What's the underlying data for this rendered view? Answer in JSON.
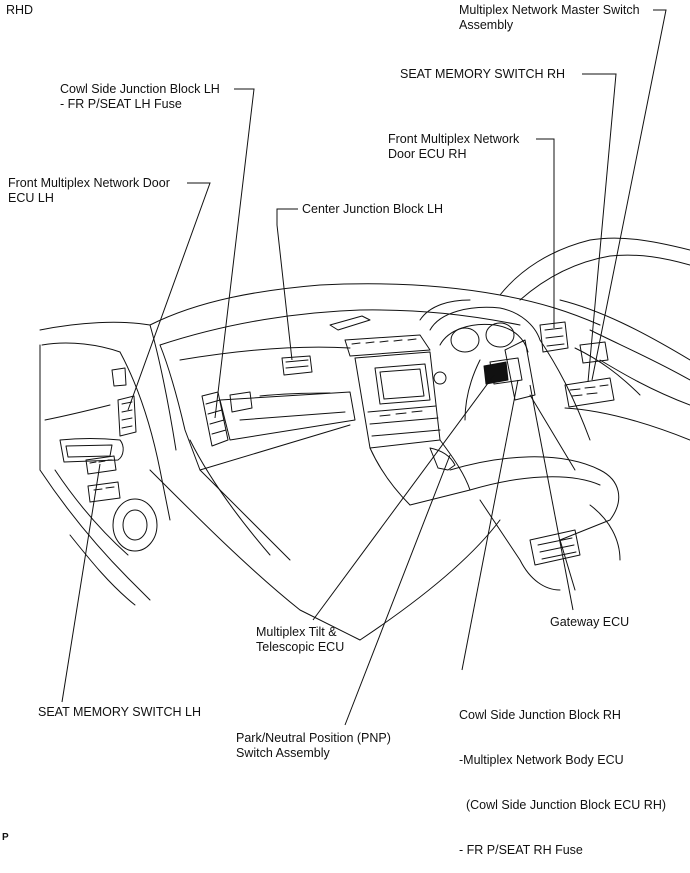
{
  "corner_label": "RHD",
  "footer_mark": "P",
  "labels": {
    "master_switch": [
      "Multiplex Network Master Switch",
      "Assembly"
    ],
    "seat_memory_rh": [
      "SEAT MEMORY SWITCH RH"
    ],
    "cowl_lh": [
      "Cowl Side Junction Block LH",
      "- FR P/SEAT LH Fuse"
    ],
    "door_ecu_rh": [
      "Front Multiplex Network",
      "Door ECU RH"
    ],
    "door_ecu_lh": [
      "Front Multiplex Network Door",
      "ECU LH"
    ],
    "center_jb": [
      "Center Junction Block LH"
    ],
    "tilt_ecu": [
      "Multiplex Tilt &",
      "Telescopic ECU"
    ],
    "gateway": [
      "Gateway ECU"
    ],
    "cowl_rh": [
      "Cowl Side Junction Block RH",
      "-Multiplex Network Body ECU",
      "  (Cowl Side Junction Block ECU RH)",
      "- FR P/SEAT RH Fuse"
    ],
    "seat_memory_lh": [
      "SEAT MEMORY SWITCH LH"
    ],
    "pnp": [
      "Park/Neutral Position (PNP)",
      "Switch Assembly"
    ]
  }
}
